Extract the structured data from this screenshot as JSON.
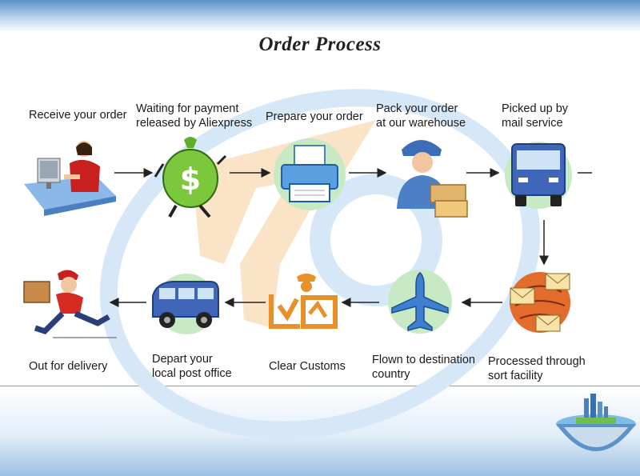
{
  "title": "Order Process",
  "steps": [
    {
      "label": "Receive your order"
    },
    {
      "label": "Waiting for payment\nreleased by Aliexpress"
    },
    {
      "label": "Prepare your order"
    },
    {
      "label": "Pack your order\nat our warehouse"
    },
    {
      "label": "Picked up by\nmail service"
    },
    {
      "label": "Processed through\nsort facility"
    },
    {
      "label": "Flown to destination\ncountry"
    },
    {
      "label": "Clear Customs"
    },
    {
      "label": "Depart your\nlocal post office"
    },
    {
      "label": "Out for delivery"
    }
  ],
  "colors": {
    "accent_blue": "#3b8fd6",
    "accent_orange": "#f0a04a",
    "arrow": "#222222"
  }
}
